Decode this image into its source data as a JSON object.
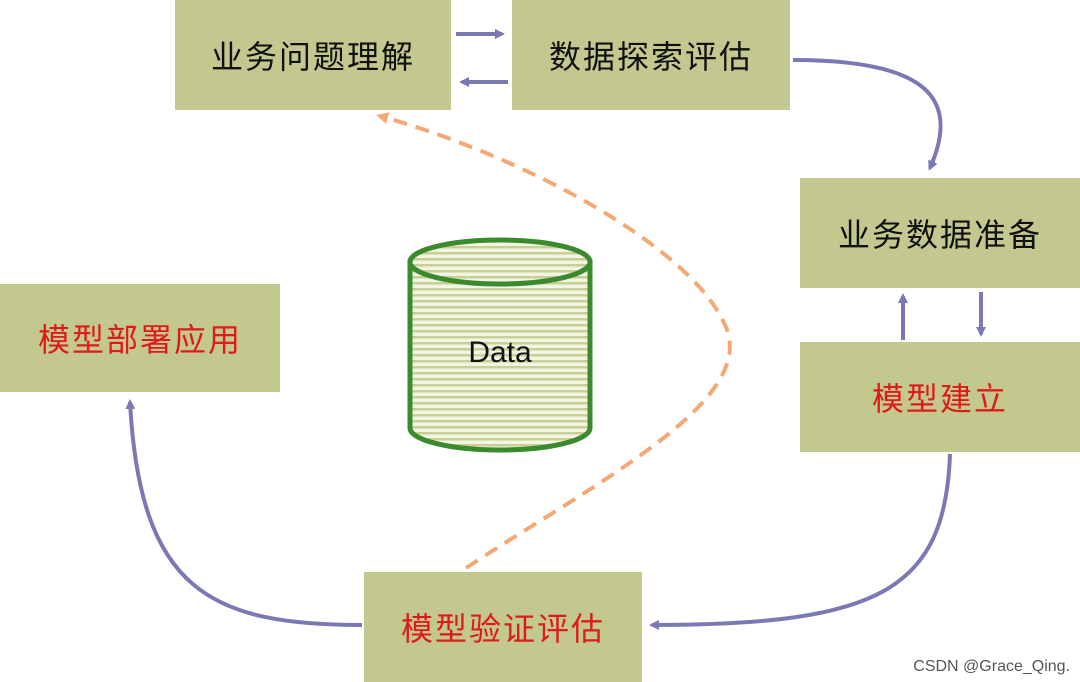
{
  "diagram": {
    "steps": {
      "understand": "业务问题理解",
      "explore": "数据探索评估",
      "prepare": "业务数据准备",
      "build": "模型建立",
      "validate": "模型验证评估",
      "deploy": "模型部署应用"
    },
    "database_label": "Data",
    "colors": {
      "box_fill": "#c3c88e",
      "arrow": "#7b79b3",
      "dashed_arrow": "#f3a875",
      "database_stroke": "#3a8a2e",
      "red_text": "#e01a1a"
    }
  },
  "watermark": "CSDN @Grace_Qing."
}
